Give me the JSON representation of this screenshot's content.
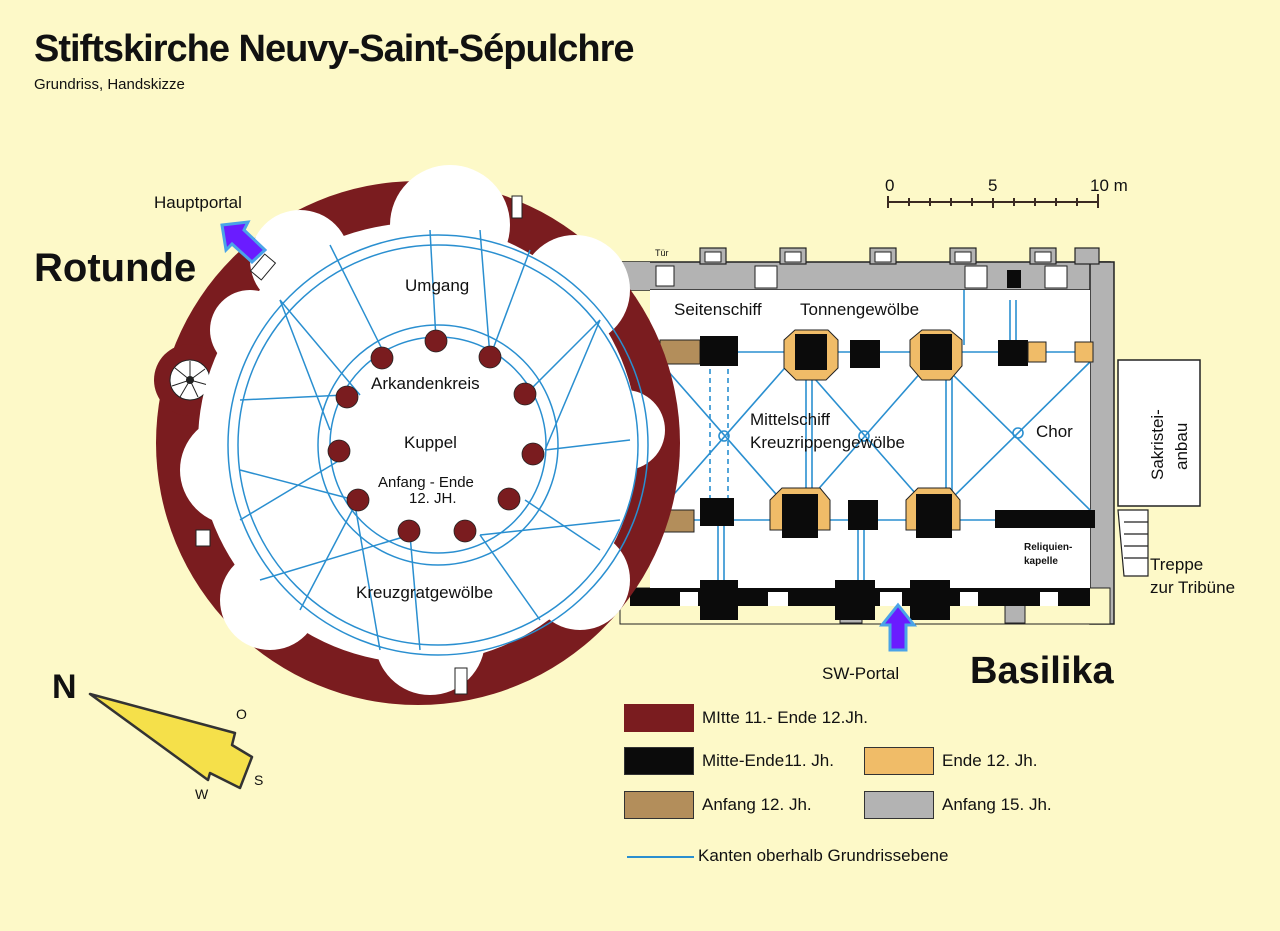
{
  "header": {
    "title": "Stiftskirche Neuvy-Saint-Sépulchre",
    "subtitle": "Grundriss, Handskizze"
  },
  "building_parts": {
    "rotunde": "Rotunde",
    "basilika": "Basilika"
  },
  "rotunda_labels": {
    "hauptportal": "Hauptportal",
    "umgang": "Umgang",
    "arkandenkreis": "Arkandenkreis",
    "kuppel": "Kuppel",
    "kuppel_date_1": "Anfang - Ende",
    "kuppel_date_2": "12. JH.",
    "kreuzgratgewoelbe": "Kreuzgratgewölbe"
  },
  "basilica_labels": {
    "tuer": "Tür",
    "seitenschiff": "Seitenschiff",
    "tonnengewoelbe": "Tonnengewölbe",
    "mittelschiff": "Mittelschiff",
    "kreuzrippengewoelbe": "Kreuzrippengewölbe",
    "chor": "Chor",
    "sakristei_1": "Sakristei-",
    "sakristei_2": "anbau",
    "reliquien_1": "Reliquien-",
    "reliquien_2": "kapelle",
    "treppe_1": "Treppe",
    "treppe_2": "zur Tribüne",
    "sw_portal": "SW-Portal"
  },
  "scale_bar": {
    "ticks": [
      "0",
      "5",
      "10 m"
    ]
  },
  "compass": {
    "north": "N",
    "east": "O",
    "south": "S",
    "west": "W"
  },
  "legend": {
    "items": [
      {
        "label": "MItte 11.- Ende 12.Jh.",
        "color": "#7a1c1f"
      },
      {
        "label": "Mitte-Ende11. Jh.",
        "color": "#0b0b0b"
      },
      {
        "label": "Ende 12. Jh.",
        "color": "#f0bc68"
      },
      {
        "label": "Anfang 12. Jh.",
        "color": "#b38e5b"
      },
      {
        "label": "Anfang 15. Jh.",
        "color": "#b3b3b3"
      }
    ],
    "line_label": "Kanten oberhalb Grundrissebene",
    "line_color": "#2a8fd0"
  },
  "colors": {
    "background": "#fdf9c8",
    "portal_arrow": "#6a1cff",
    "portal_arrow_outline": "#4aa3e8",
    "compass_fill": "#f5e04a"
  }
}
